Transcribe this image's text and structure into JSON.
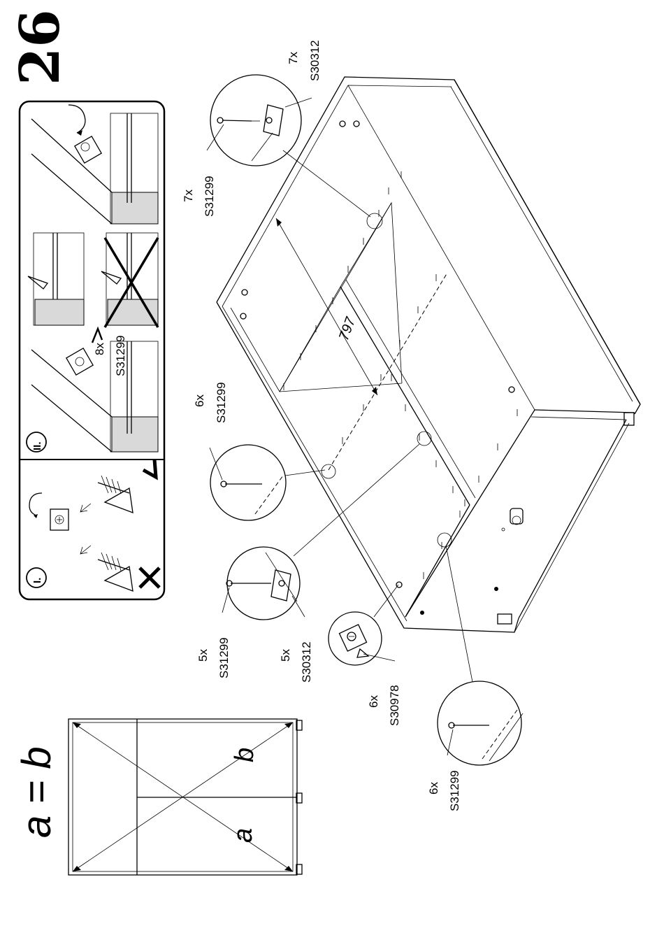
{
  "step_number": "26",
  "diagonal_rule": {
    "equation": "a = b",
    "label_a": "a",
    "label_b": "b"
  },
  "detail_box": {
    "panel_i_label": "I.",
    "panel_ii_label": "II.",
    "part_callout": "S31299",
    "qty_callout": "8x"
  },
  "dimension": "797",
  "callouts": [
    {
      "qty": "7x",
      "code": "S30312"
    },
    {
      "qty": "7x",
      "code": "S31299"
    },
    {
      "qty": "6x",
      "code": "S31299"
    },
    {
      "qty": "5x",
      "code": "S31299"
    },
    {
      "qty": "5x",
      "code": "S30312"
    },
    {
      "qty": "6x",
      "code": "S30978"
    },
    {
      "qty": "6x",
      "code": "S31299"
    }
  ]
}
